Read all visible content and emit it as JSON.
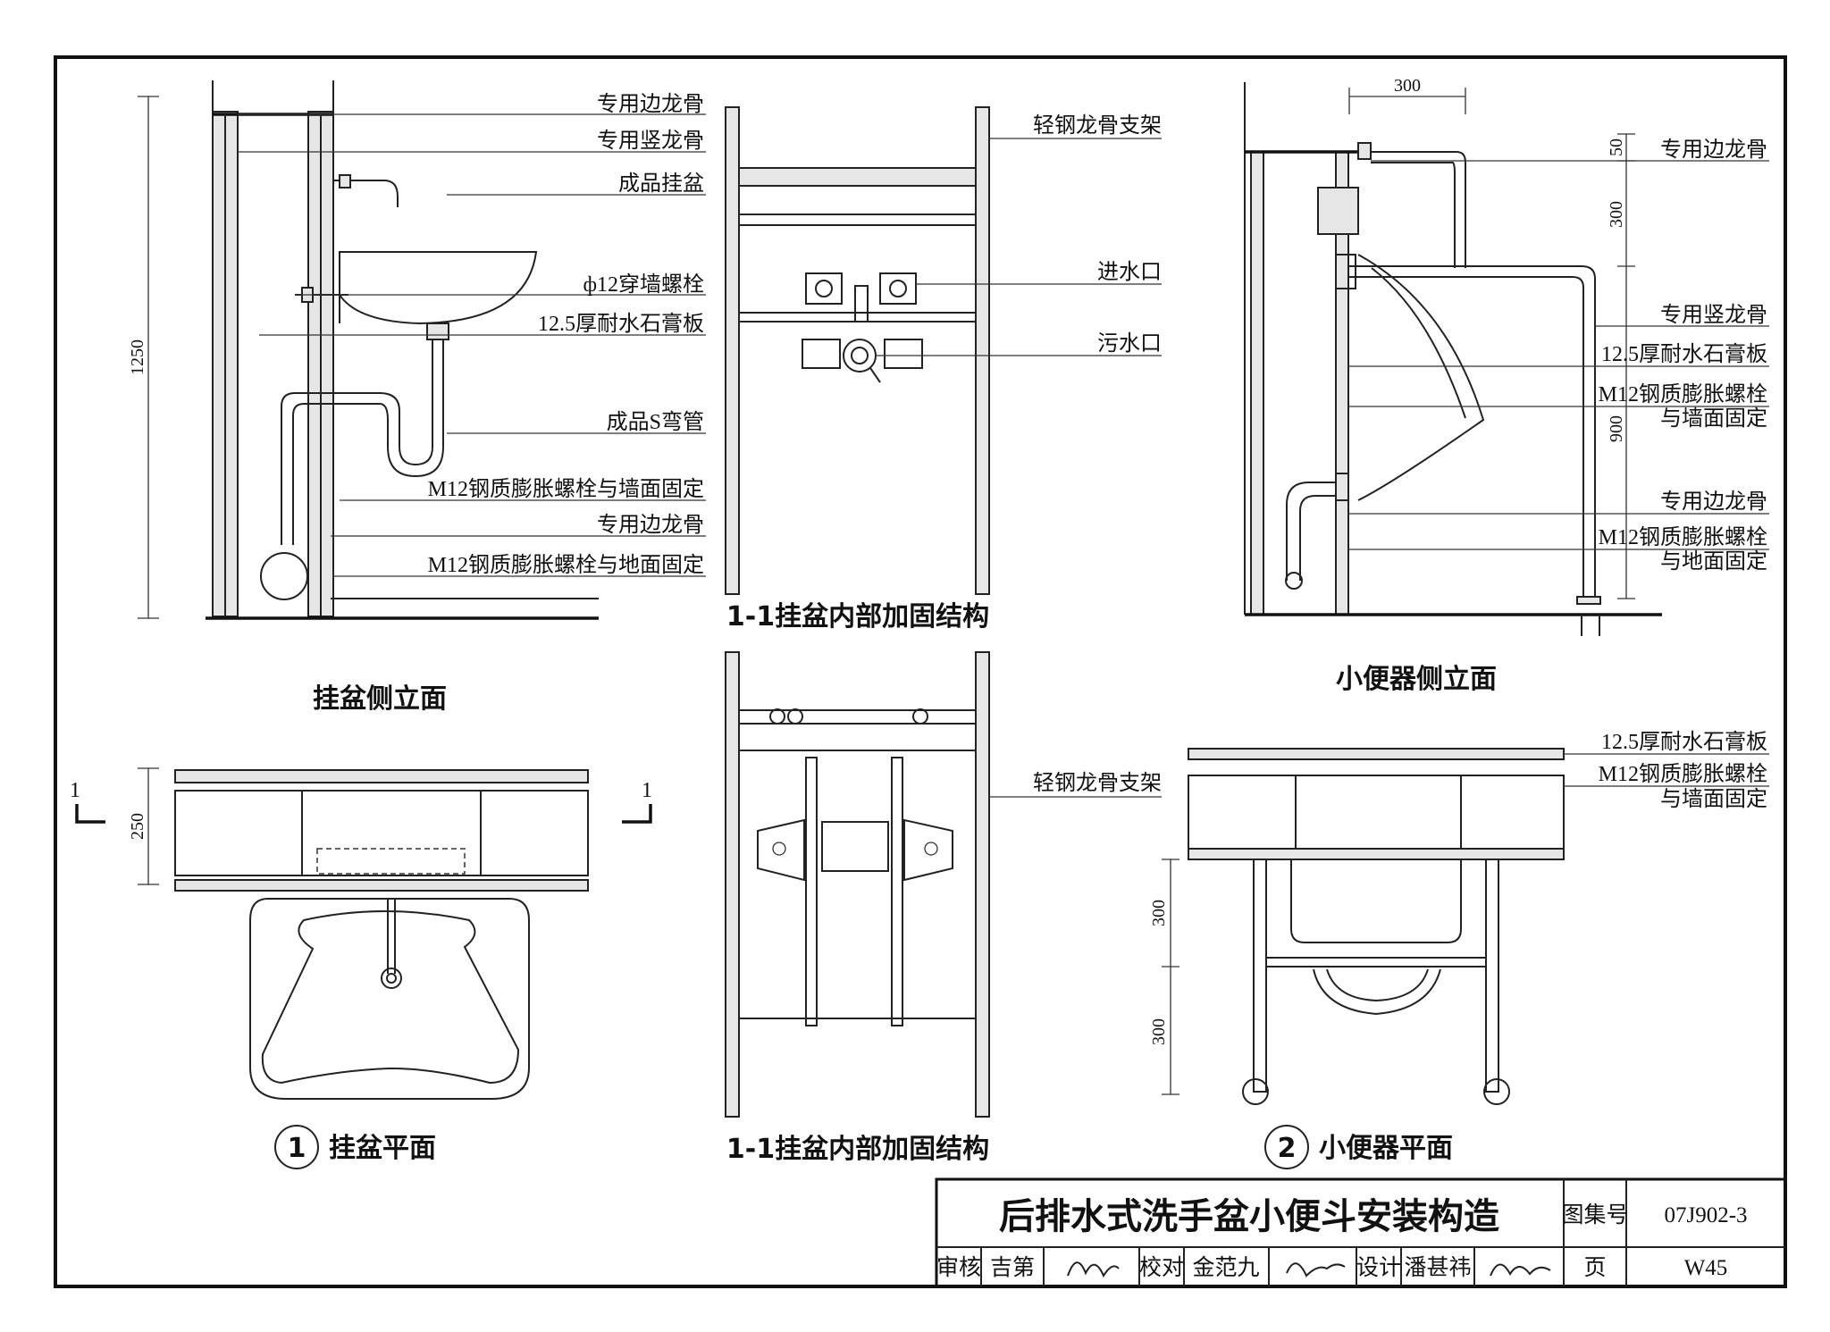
{
  "drawing": {
    "basin_side_elevation": {
      "caption": "挂盆侧立面",
      "dimension": "1250",
      "labels": [
        "专用边龙骨",
        "专用竖龙骨",
        "成品挂盆",
        "ф12穿墙螺栓",
        "12.5厚耐水石膏板",
        "成品S弯管",
        "M12钢质膨胀螺栓与墙面固定",
        "专用边龙骨",
        "M12钢质膨胀螺栓与地面固定"
      ]
    },
    "basin_frame_upper": {
      "caption": "1-1挂盆内部加固结构",
      "labels": [
        "轻钢龙骨支架",
        "进水口",
        "污水口"
      ]
    },
    "basin_frame_lower": {
      "caption": "1-1挂盆内部加固结构",
      "labels": [
        "轻钢龙骨支架"
      ]
    },
    "basin_plan": {
      "number": "1",
      "caption": "挂盆平面",
      "section_mark": "1",
      "dimension": "250"
    },
    "urinal_side_elevation": {
      "caption": "小便器侧立面",
      "dimensions": [
        "300",
        "50",
        "300",
        "900"
      ],
      "labels": [
        "专用边龙骨",
        "专用竖龙骨",
        "12.5厚耐水石膏板",
        "M12钢质膨胀螺栓",
        "与墙面固定",
        "专用边龙骨",
        "M12钢质膨胀螺栓",
        "与地面固定"
      ]
    },
    "urinal_plan": {
      "number": "2",
      "caption": "小便器平面",
      "dimensions": [
        "300",
        "300"
      ],
      "labels": [
        "12.5厚耐水石膏板",
        "M12钢质膨胀螺栓",
        "与墙面固定"
      ]
    }
  },
  "title_block": {
    "title": "后排水式洗手盆小便斗安装构造",
    "atlas_label": "图集号",
    "atlas_no": "07J902-3",
    "review_label": "审核",
    "reviewer": "吉第",
    "check_label": "校对",
    "checker": "金范九",
    "design_label": "设计",
    "designer": "潘甚祎",
    "page_label": "页",
    "page_no": "W45"
  }
}
